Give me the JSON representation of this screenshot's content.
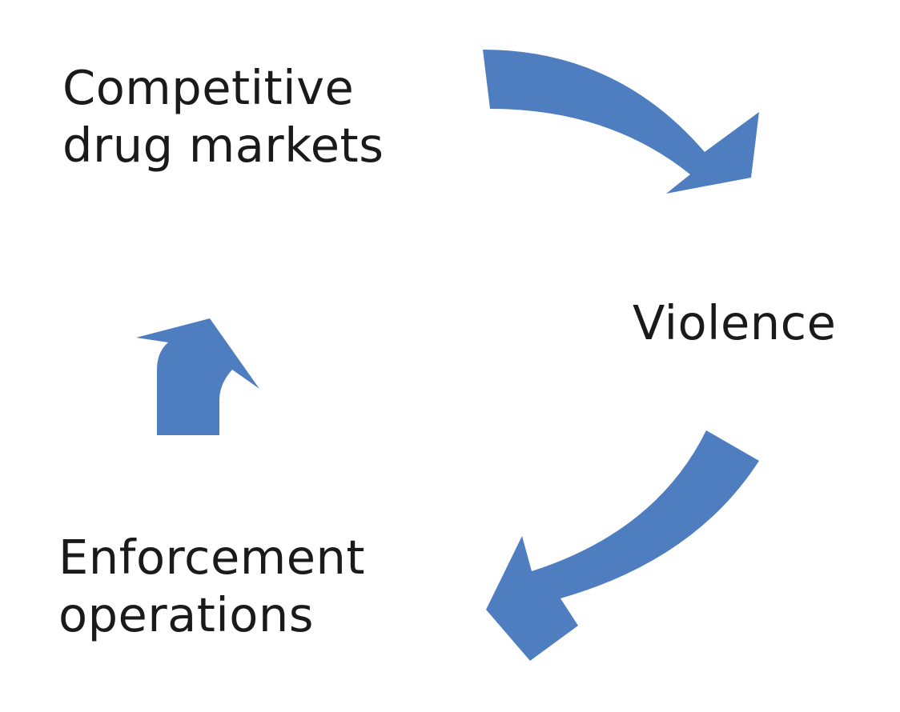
{
  "nodes": {
    "competitive": {
      "line1": "Competitive",
      "line2": "drug markets"
    },
    "violence": {
      "line1": "Violence"
    },
    "enforcement": {
      "line1": "Enforcement",
      "line2": "operations"
    }
  },
  "colors": {
    "arrow": "#4f7ec0",
    "text": "#1a1a1a",
    "background": "#ffffff"
  }
}
